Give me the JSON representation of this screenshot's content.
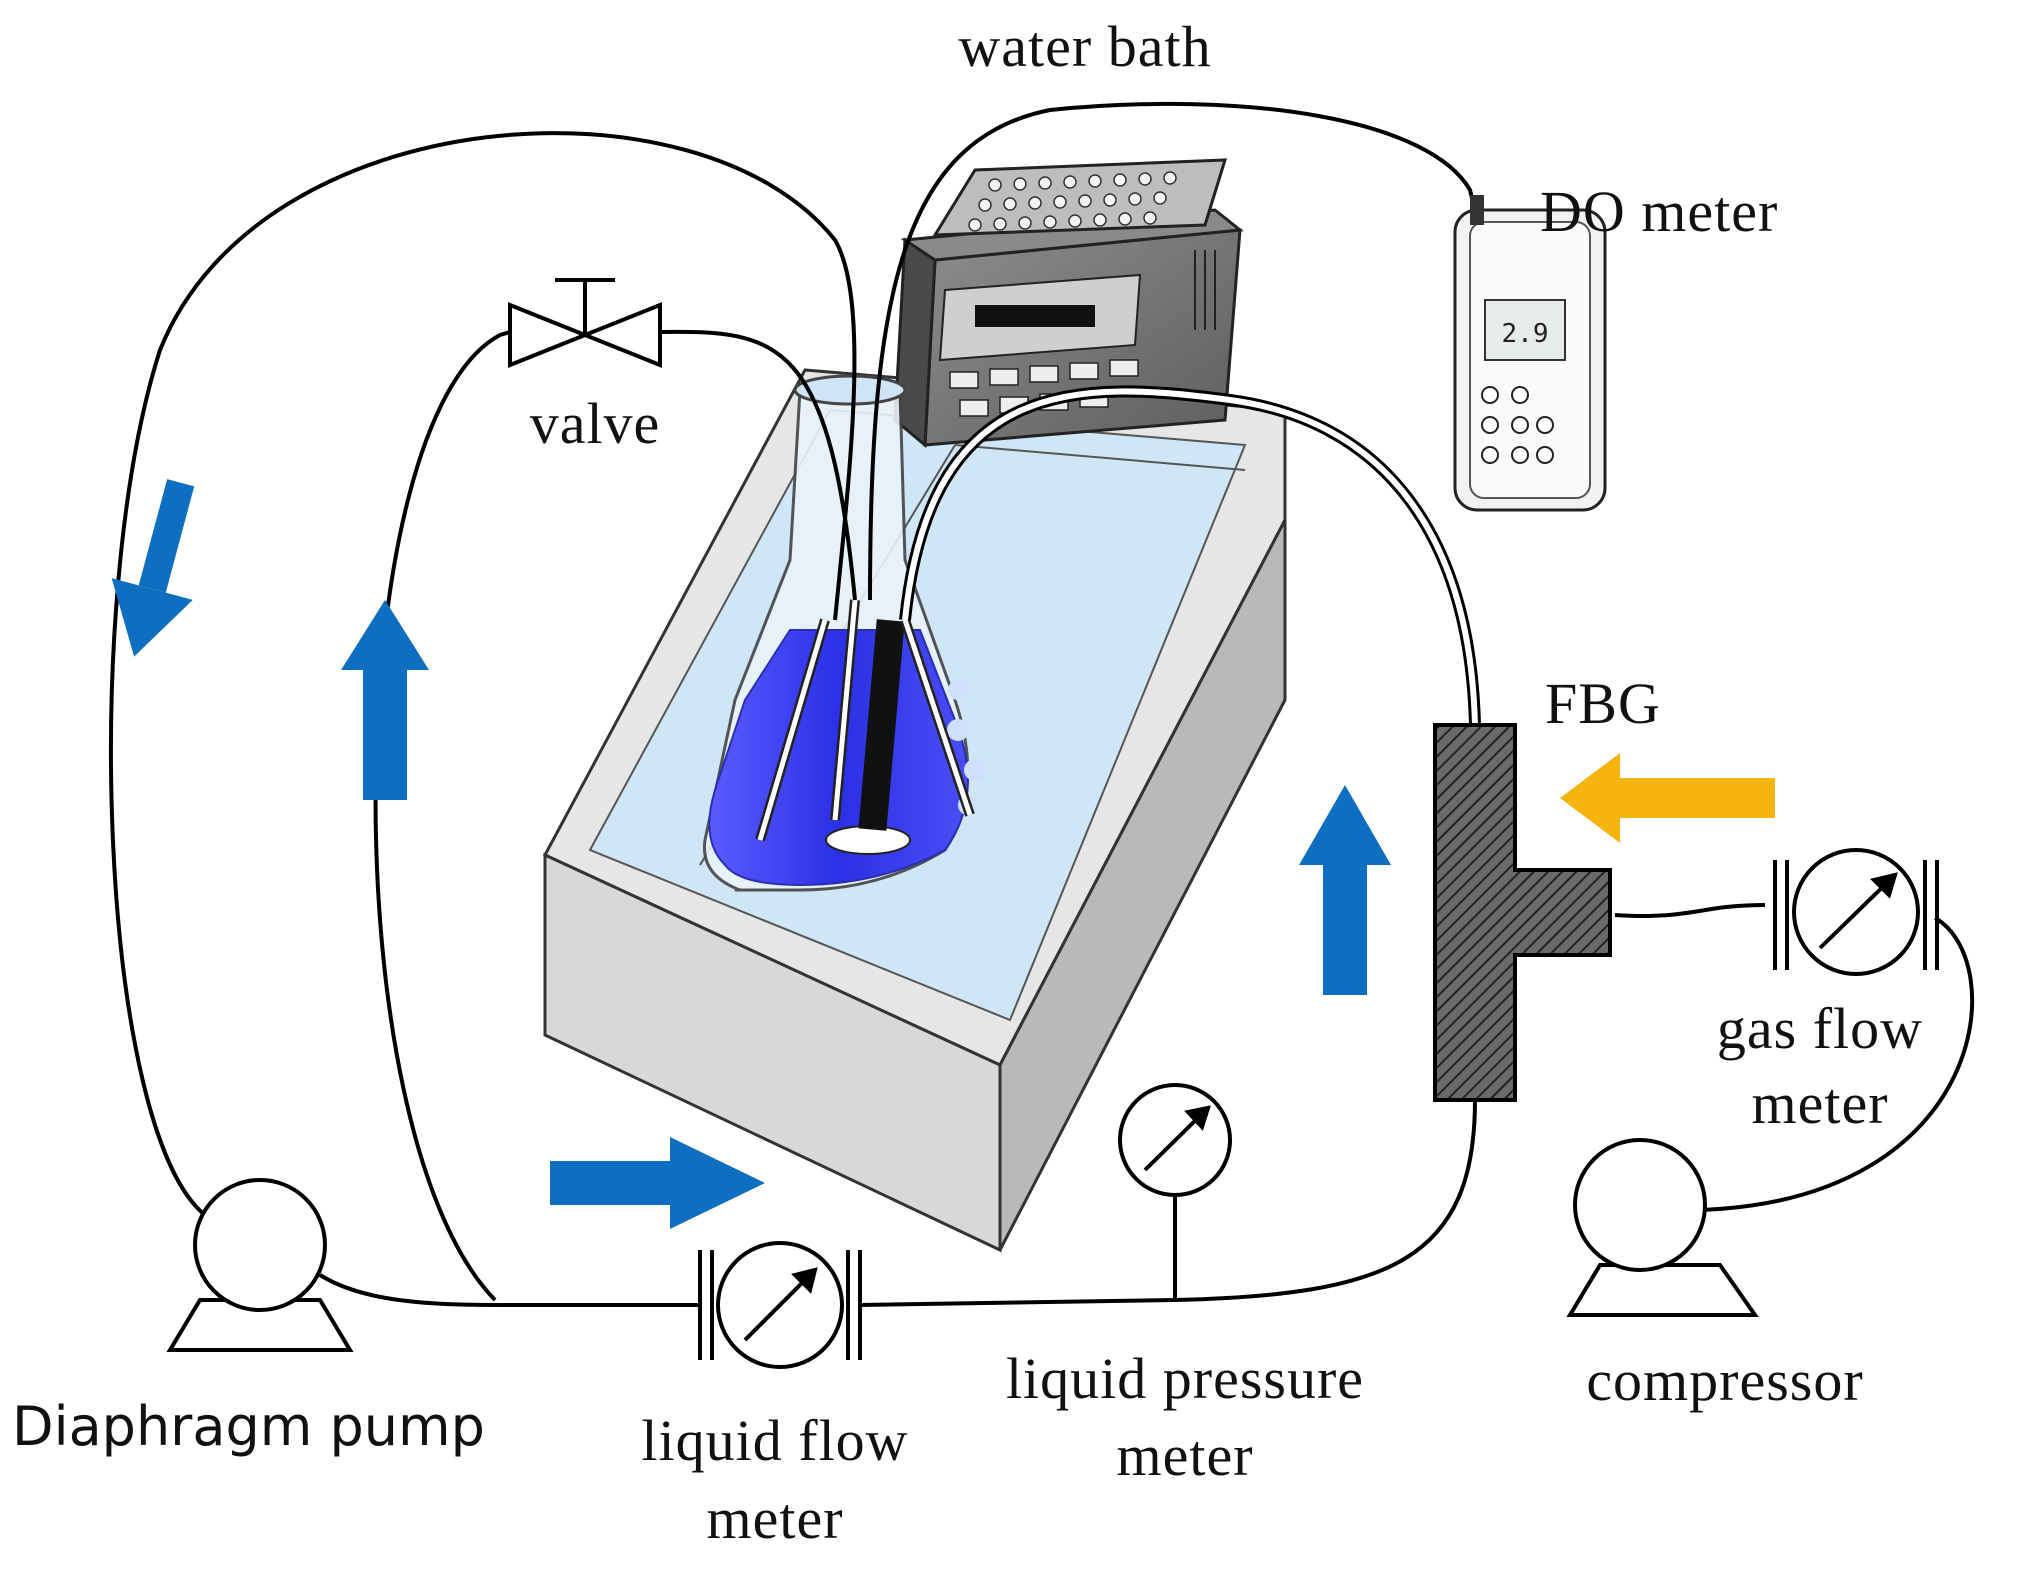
{
  "labels": {
    "water_bath": "water bath",
    "do_meter": "DO meter",
    "valve": "valve",
    "fbg": "FBG",
    "gas_flow_meter_line1": "gas flow",
    "gas_flow_meter_line2": "meter",
    "compressor": "compressor",
    "liquid_pressure_meter_line1": "liquid pressure",
    "liquid_pressure_meter_line2": "meter",
    "liquid_flow_meter_line1": "liquid flow",
    "liquid_flow_meter_line2": "meter",
    "diaphragm_pump": "Diaphragm pump"
  },
  "do_meter_display": "2.9",
  "colors": {
    "flow_arrow": "#0e6fc1",
    "gas_arrow": "#f6b40e",
    "liquid": "#3a3ff0",
    "bath_water": "#cfe6f7",
    "tank": "#d9d9d9",
    "fbg_fill": "#555555",
    "line": "#000000"
  }
}
